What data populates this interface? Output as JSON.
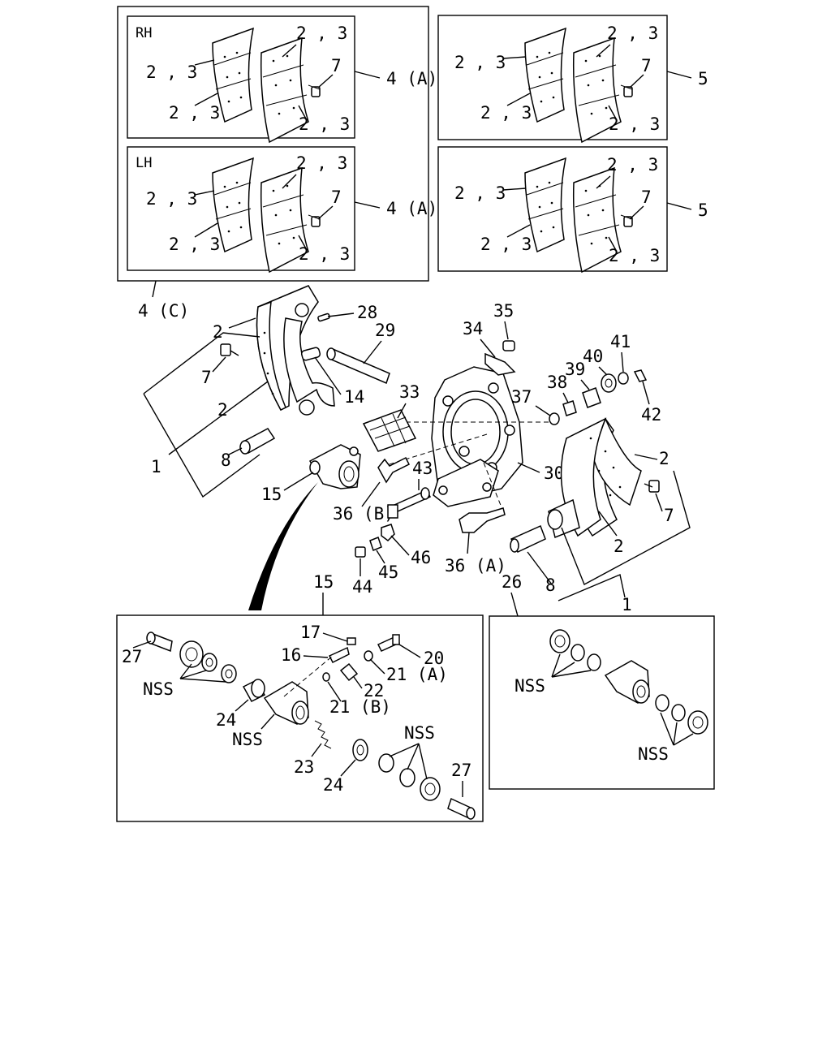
{
  "boxes": {
    "rh_label": "RH",
    "lh_label": "LH"
  },
  "callouts": {
    "c23": "2 , 3",
    "c7": "7",
    "c4a": "4 (A)",
    "c4c": "4 (C)",
    "c5": "5",
    "c1": "1",
    "c2": "2",
    "c8": "8",
    "c14": "14",
    "c15": "15",
    "c16": "16",
    "c17": "17",
    "c20": "20",
    "c21a": "21 (A)",
    "c21b": "21 (B)",
    "c22": "22",
    "c23b": "23",
    "c24": "24",
    "c26": "26",
    "c27": "27",
    "c28": "28",
    "c29": "29",
    "c30": "30",
    "c33": "33",
    "c34": "34",
    "c35": "35",
    "c36a": "36 (A)",
    "c36b": "36 (B)",
    "c37": "37",
    "c38": "38",
    "c39": "39",
    "c40": "40",
    "c41": "41",
    "c42": "42",
    "c43": "43",
    "c44": "44",
    "c45": "45",
    "c46": "46",
    "nss": "NSS"
  }
}
